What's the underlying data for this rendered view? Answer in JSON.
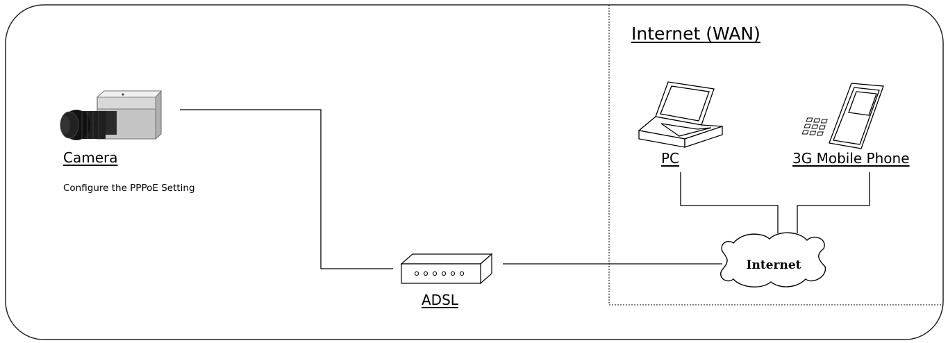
{
  "wan": {
    "title": "Internet (WAN)"
  },
  "camera": {
    "label": "Camera",
    "note": "Configure the PPPoE Setting"
  },
  "adsl": {
    "label": "ADSL"
  },
  "pc": {
    "label": "PC"
  },
  "phone": {
    "label": "3G Mobile Phone"
  },
  "cloud": {
    "label": "Internet"
  },
  "colors": {
    "line": "#000000",
    "frame": "#222222",
    "camera_body": "#d9d9d9",
    "camera_dark": "#1a1a1a"
  },
  "icons": [
    "camera-icon",
    "adsl-modem-icon",
    "laptop-icon",
    "mobile-phone-icon",
    "internet-cloud-icon"
  ]
}
